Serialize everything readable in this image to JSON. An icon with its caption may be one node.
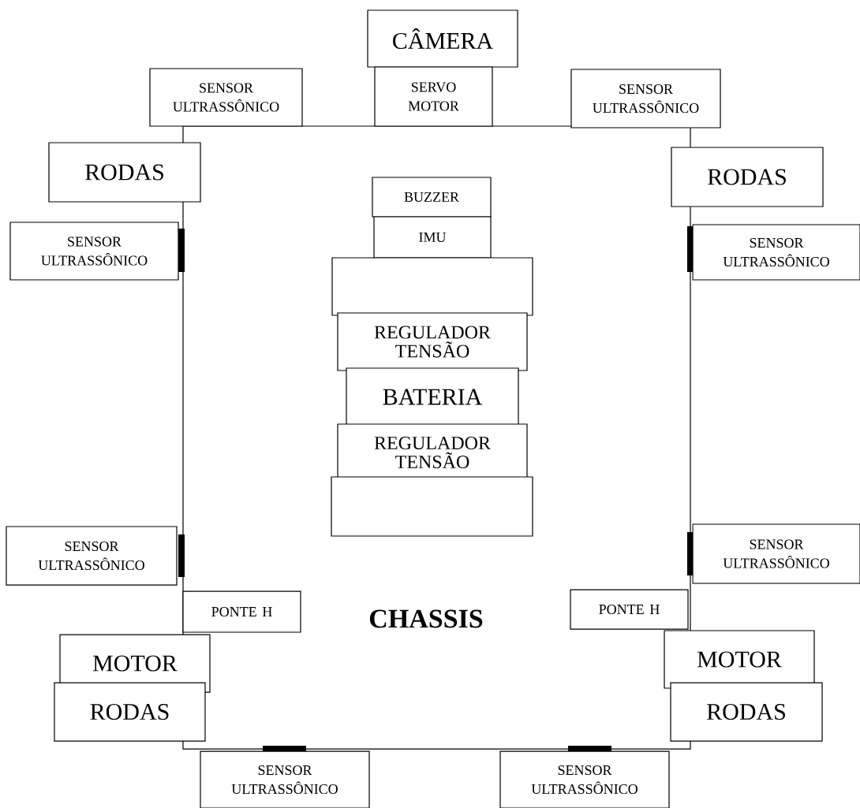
{
  "diagram": {
    "nodes": [
      {
        "text": [
          "CHASSIS"
        ]
      },
      {
        "text": [
          "CÂMERA"
        ]
      },
      {
        "text": [
          "SENSOR ULTRASSÔNICO"
        ]
      },
      {
        "text": [
          "SERVO MOTOR"
        ]
      },
      {
        "text": [
          "SENSOR ULTRASSÔNICO"
        ]
      },
      {
        "text": [
          "RODAS"
        ]
      },
      {
        "text": [
          "RODAS"
        ]
      },
      {
        "text": [
          "BUZZER"
        ],
        "in": 0
      },
      {
        "text": [
          "IMU"
        ],
        "in": 0
      },
      {
        "text": [
          "SENSOR ULTRASSÔNICO"
        ]
      },
      {
        "text": [
          "SENSOR ULTRASSÔNICO"
        ]
      },
      {
        "text": [],
        "shape": "box",
        "in": 0
      },
      {
        "text": [
          "REGULADOR TENSÃO"
        ],
        "in": 0
      },
      {
        "text": [
          "BATERIA"
        ],
        "in": 0
      },
      {
        "text": [
          "REGULADOR TENSÃO"
        ],
        "in": 0
      },
      {
        "text": [],
        "shape": "box",
        "in": 0
      },
      {
        "text": [
          "SENSOR ULTRASSÔNICO"
        ]
      },
      {
        "text": [
          "SENSOR ULTRASSÔNICO"
        ]
      },
      {
        "text": [
          "PONTE H"
        ],
        "in": 0
      },
      {
        "text": [
          "PONTE H"
        ],
        "in": 0
      },
      {
        "text": [
          "MOTOR"
        ]
      },
      {
        "text": [
          "MOTOR"
        ]
      },
      {
        "text": [
          "RODAS"
        ]
      },
      {
        "text": [
          "RODAS"
        ]
      },
      {
        "text": [
          "SENSOR ULTRASSÔNICO"
        ]
      },
      {
        "text": [
          "SENSOR ULTRASSÔNICO"
        ]
      }
    ]
  }
}
